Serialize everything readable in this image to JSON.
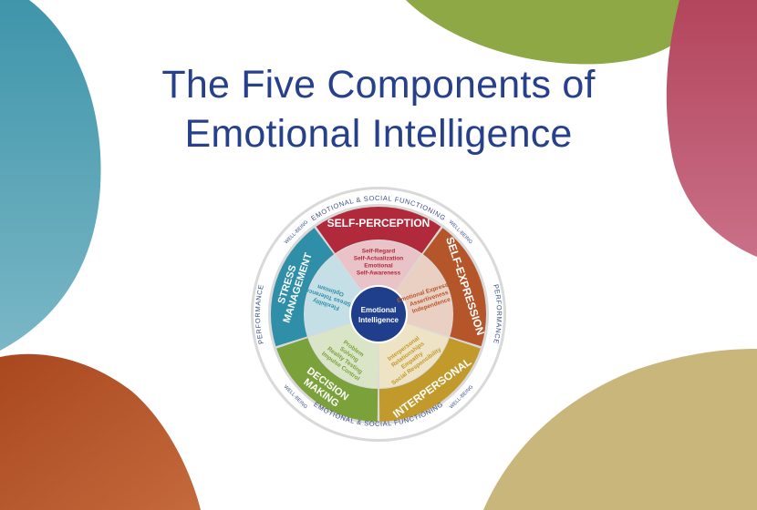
{
  "title_line1": "The Five Components of",
  "title_line2": "Emotional Intelligence",
  "colors": {
    "title": "#26408b",
    "teal": "#4a9bb0",
    "green": "#8fa846",
    "rose": "#b6465f",
    "rust": "#b5562a",
    "khaki": "#c9b67a",
    "ring": "#d9d9d9",
    "center": "#1f3f8c"
  },
  "wheel": {
    "center_label": [
      "Emotional",
      "Intelligence"
    ],
    "outer_ring": {
      "top": "EMOTIONAL & SOCIAL FUNCTIONING",
      "bottom": "EMOTIONAL & SOCIAL FUNCTIONING",
      "left": "PERFORMANCE",
      "right": "PERFORMANCE",
      "well_being": "WELL-BEING"
    },
    "sections": [
      {
        "name": "SELF-PERCEPTION",
        "lines": [
          "SELF-PERCEPTION"
        ],
        "color": "#b02a3b",
        "inner": [
          "Self-Regard",
          "Self-Actualization",
          "Emotional",
          "Self-Awareness"
        ]
      },
      {
        "name": "SELF-EXPRESSION",
        "lines": [
          "SELF-EXPRESSION"
        ],
        "color": "#b5562a",
        "inner": [
          "Emotional Expression",
          "Assertiveness",
          "Independence"
        ]
      },
      {
        "name": "INTERPERSONAL",
        "lines": [
          "INTERPERSONAL"
        ],
        "color": "#c29a2c",
        "inner": [
          "Interpersonal",
          "Relationships",
          "Empathy",
          "Social Responsibility"
        ]
      },
      {
        "name": "DECISION MAKING",
        "lines": [
          "DECISION",
          "MAKING"
        ],
        "color": "#7aa13a",
        "inner": [
          "Problem",
          "Solving",
          "Reality Testing",
          "Impulse Control"
        ]
      },
      {
        "name": "STRESS MANAGEMENT",
        "lines": [
          "STRESS",
          "MANAGEMENT"
        ],
        "color": "#2f8ea8",
        "inner": [
          "Flexibility",
          "Stress Tolerance",
          "Optimism"
        ]
      }
    ]
  }
}
